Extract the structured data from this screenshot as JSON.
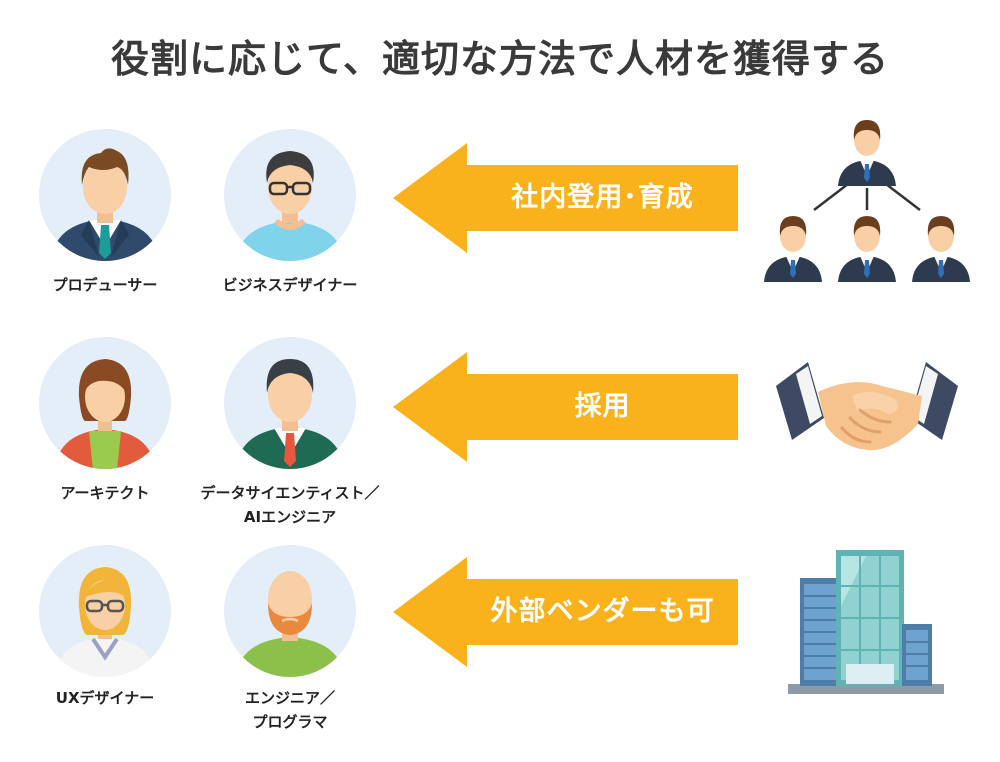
{
  "title": "役割に応じて、適切な方法で人材を獲得する",
  "roles": [
    {
      "label": "プロデューサー"
    },
    {
      "label": "ビジネスデザイナー"
    },
    {
      "label": "アーキテクト"
    },
    {
      "label_line1": "データサイエンティスト／",
      "label_line2": "AIエンジニア"
    },
    {
      "label": "UXデザイナー"
    },
    {
      "label_line1": "エンジニア／",
      "label_line2": "プログラマ"
    }
  ],
  "methods": [
    {
      "label": "社内登用･育成",
      "icon": "org-chart-icon"
    },
    {
      "label": "採用",
      "icon": "handshake-icon"
    },
    {
      "label": "外部ベンダーも可",
      "icon": "office-building-icon"
    }
  ],
  "colors": {
    "arrow": "#F9B21C",
    "avatar_bg": "#E3EEF8",
    "skin": "#F9CFA5",
    "suit": "#2E3B4E"
  }
}
